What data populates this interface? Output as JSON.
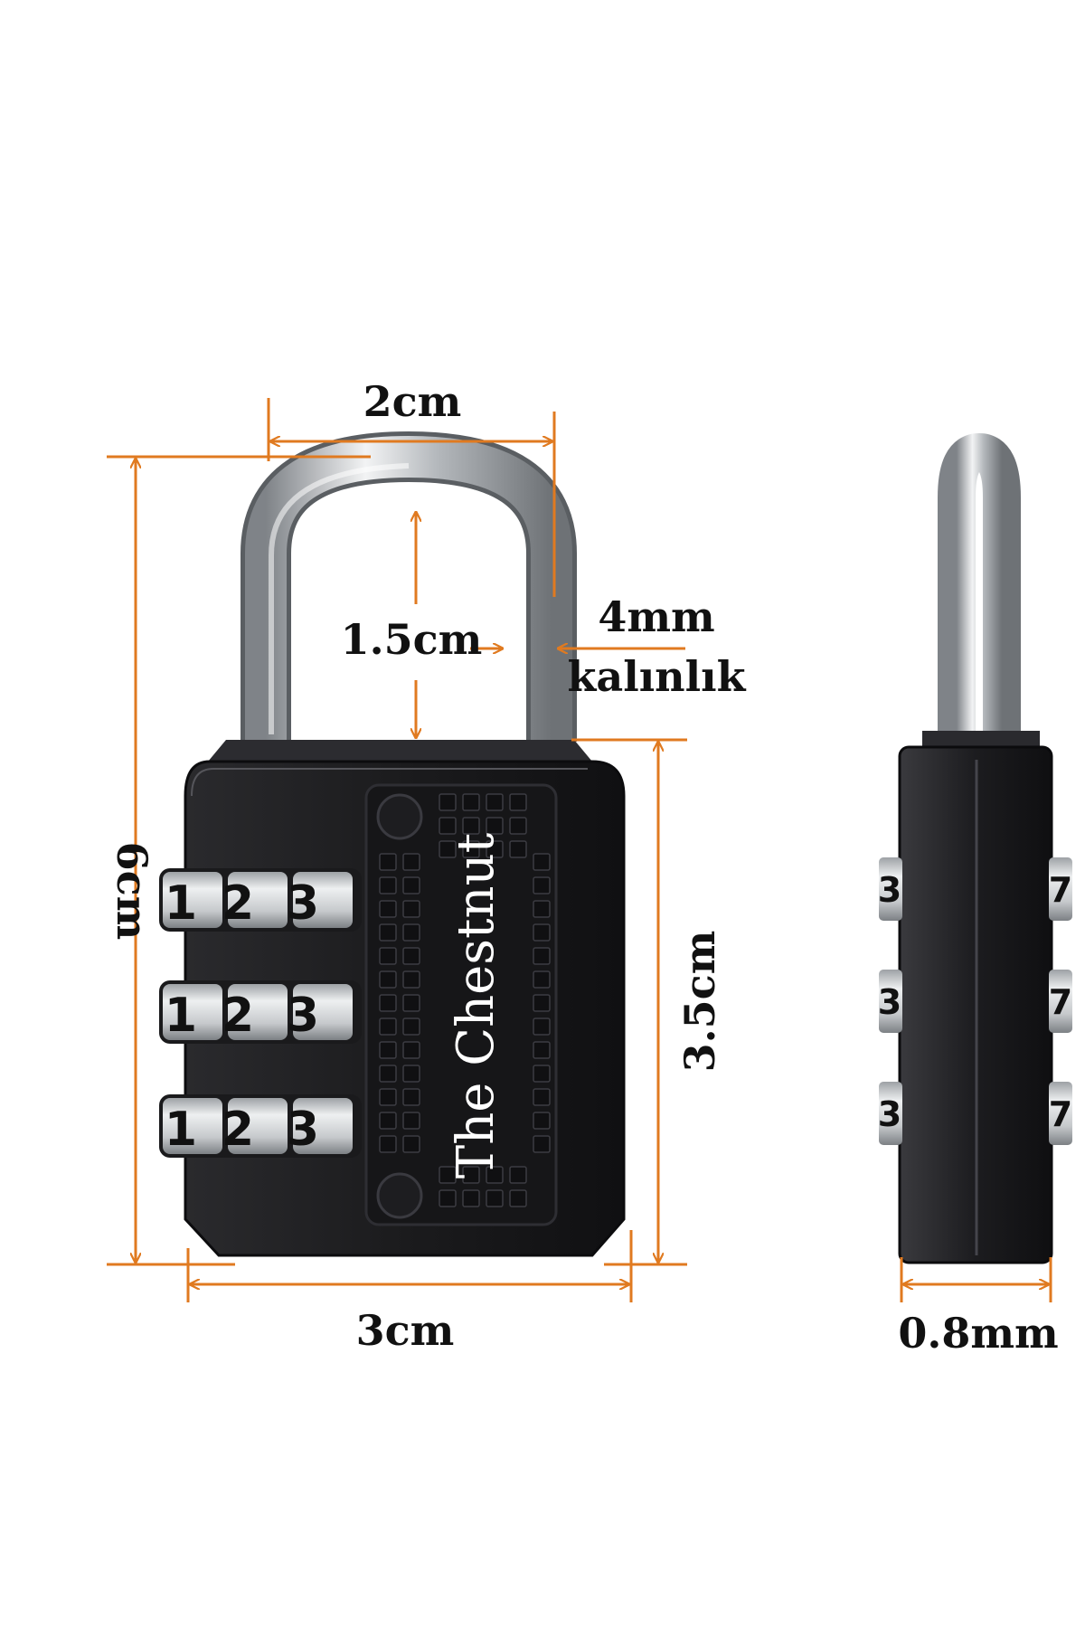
{
  "colors": {
    "dimension_line": "#e07a20",
    "lock_body": "#1b1b1d",
    "shackle": "#c9ccd0",
    "dial": "#c8cacd",
    "label": "#111111",
    "brand_text": "#ffffff"
  },
  "brand": {
    "name": "The Chestnut"
  },
  "dials": {
    "front_digits": [
      "1",
      "2",
      "3"
    ],
    "side_left_digit": "3",
    "side_right_digit": "7"
  },
  "dimensions": {
    "shackle_width": "2cm",
    "total_height": "6cm",
    "shackle_clearance": "1.5cm",
    "shackle_thickness_value": "4mm",
    "shackle_thickness_word": "kalınlık",
    "body_height": "3.5cm",
    "body_width": "3cm",
    "depth": "0.8mm"
  }
}
